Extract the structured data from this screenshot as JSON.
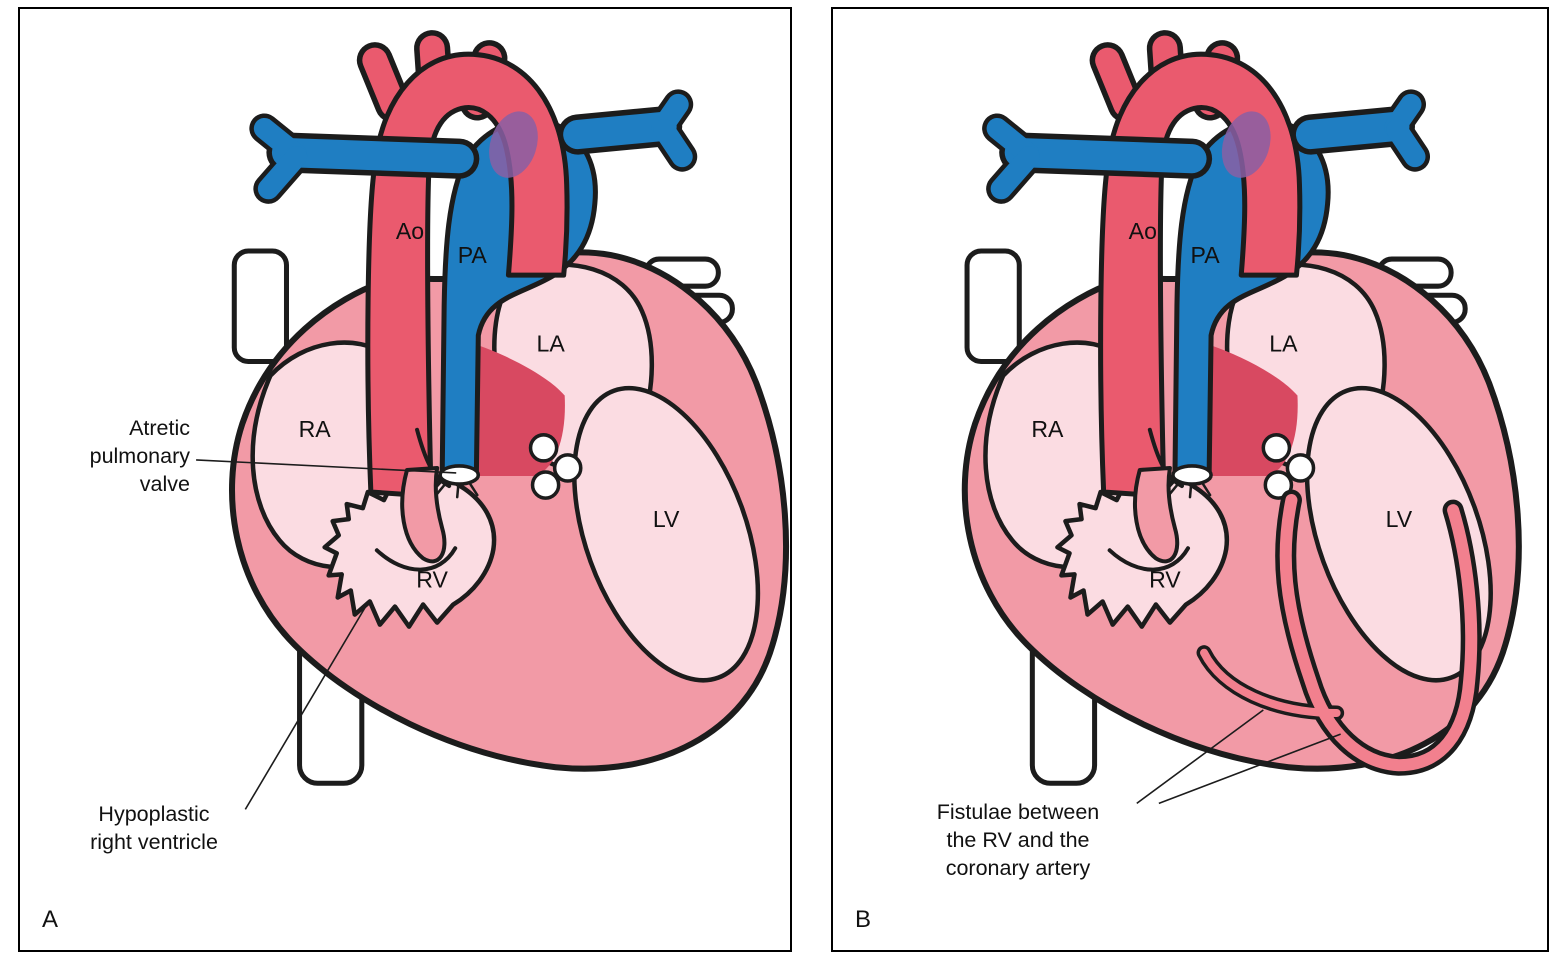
{
  "figure": {
    "panels": [
      {
        "letter": "A",
        "chambers": {
          "ao": "Ao",
          "pa": "PA",
          "ra": "RA",
          "la": "LA",
          "lv": "LV",
          "rv": "RV"
        },
        "annotations": {
          "valve": "Atretic\npulmonary\nvalve",
          "rv": "Hypoplastic\nright ventricle"
        }
      },
      {
        "letter": "B",
        "chambers": {
          "ao": "Ao",
          "pa": "PA",
          "ra": "RA",
          "la": "LA",
          "lv": "LV",
          "rv": "RV"
        },
        "annotations": {
          "fistulae": "Fistulae between\nthe RV and the\ncoronary artery"
        }
      }
    ],
    "colors": {
      "artery_red": "#EA5A6E",
      "vein_blue": "#1F7EC2",
      "heart_pink": "#F29AA6",
      "chamber_pink": "#FBDCE2",
      "deep_red": "#D84961",
      "crossing_purple": "#8A5FA5",
      "fistula_pink": "#F2808E",
      "outline": "#1C1C1C"
    }
  }
}
